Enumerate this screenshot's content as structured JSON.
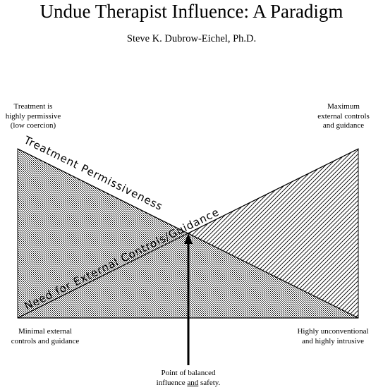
{
  "header": {
    "title": "Undue Therapist Influence:  A Paradigm",
    "author": "Steve K. Dubrow-Eichel, Ph.D."
  },
  "labels": {
    "top_left": [
      "Treatment is",
      "highly permissive",
      "(low coercion)"
    ],
    "top_right": [
      "Maximum",
      "external controls",
      "and guidance"
    ],
    "bottom_left": [
      "Minimal external",
      "controls and guidance"
    ],
    "bottom_right": [
      "Highly unconventional",
      "and highly intrusive"
    ],
    "arrow_line1": "Point of balanced",
    "arrow_line2_pre": "influence ",
    "arrow_line2_underlined": "and",
    "arrow_line2_post": " safety."
  },
  "slopes": {
    "descending": "Treatment Permissiveness",
    "ascending": "Need for External Controls/Guidance"
  }
}
